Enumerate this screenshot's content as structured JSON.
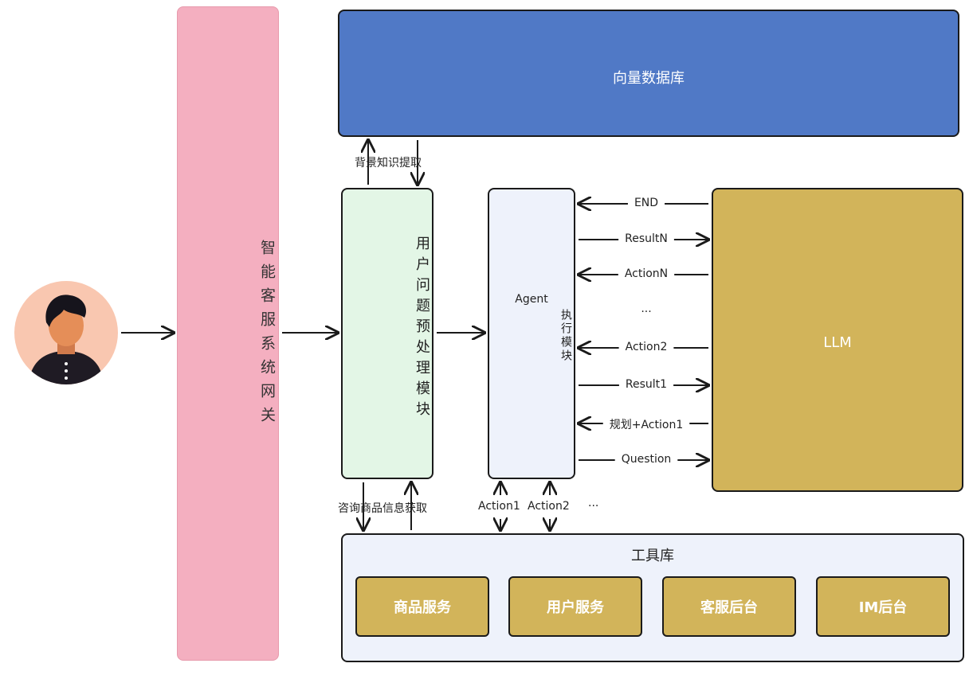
{
  "gateway": {
    "label": "智能客服系统网关"
  },
  "vector_db": {
    "label": "向量数据库"
  },
  "preprocess": {
    "label": "用户问题预处理模块",
    "up_label": "背景知识提取",
    "down_label": "咨询商品信息获取"
  },
  "agent": {
    "label_en": "Agent",
    "label_cn": "执行模块"
  },
  "llm": {
    "label": "LLM"
  },
  "flows": [
    {
      "label": "END",
      "direction": "left"
    },
    {
      "label": "ResultN",
      "direction": "right"
    },
    {
      "label": "ActionN",
      "direction": "left"
    },
    {
      "label": "...",
      "direction": "none"
    },
    {
      "label": "Action2",
      "direction": "left"
    },
    {
      "label": "Result1",
      "direction": "right"
    },
    {
      "label": "规划+Action1",
      "direction": "left"
    },
    {
      "label": "Question",
      "direction": "right"
    }
  ],
  "tool_actions": [
    "Action1",
    "Action2",
    "..."
  ],
  "tool_library": {
    "title": "工具库",
    "tools": [
      "商品服务",
      "用户服务",
      "客服后台",
      "IM后台"
    ]
  },
  "user": {
    "avatar_icon": "user-avatar-icon"
  },
  "colors": {
    "gateway": "#f4afc0",
    "vector_db": "#5079c6",
    "preprocess": "#e3f6e6",
    "agent": "#eef2fb",
    "llm": "#d2b45a",
    "tool": "#d2b45a"
  }
}
